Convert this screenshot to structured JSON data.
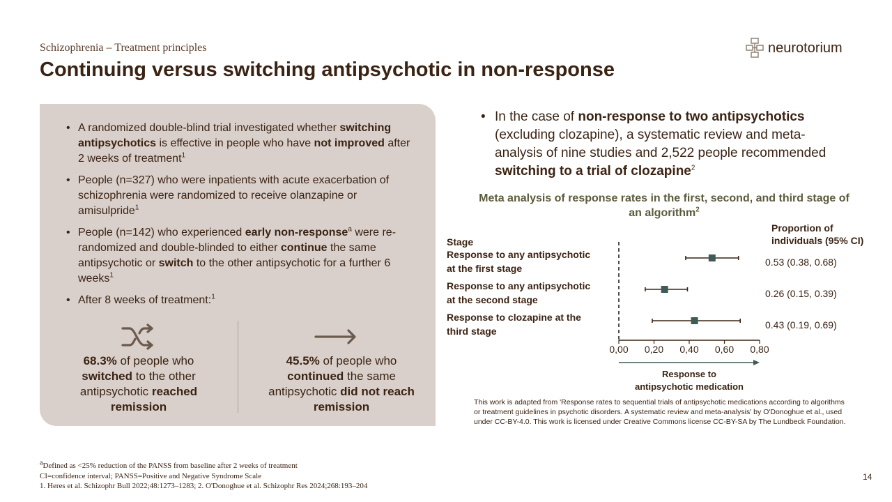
{
  "header": {
    "kicker": "Schizophrenia – Treatment principles",
    "title": "Continuing versus switching antipsychotic in non-response",
    "logo_text": "neurotorium"
  },
  "left_panel": {
    "bullets": [
      [
        {
          "t": "A randomized double-blind trial investigated whether "
        },
        {
          "t": "switching antipsychotics",
          "b": true
        },
        {
          "t": " is effective in people who have "
        },
        {
          "t": "not improved",
          "b": true
        },
        {
          "t": " after 2 weeks of treatment"
        },
        {
          "t": "1",
          "sup": true
        }
      ],
      [
        {
          "t": "People (n=327) who were inpatients with acute exacerbation of schizophrenia were randomized to receive olanzapine or amisulpride"
        },
        {
          "t": "1",
          "sup": true
        }
      ],
      [
        {
          "t": "People (n=142) who experienced "
        },
        {
          "t": "early non-response",
          "b": true
        },
        {
          "t": "a",
          "sup": true
        },
        {
          "t": " were re-randomized and double-blinded to either "
        },
        {
          "t": "continue",
          "b": true
        },
        {
          "t": " the same antipsychotic or "
        },
        {
          "t": "switch",
          "b": true
        },
        {
          "t": " to the other antipsychotic for a further 6 weeks"
        },
        {
          "t": "1",
          "sup": true
        }
      ],
      [
        {
          "t": "After 8 weeks of treatment:"
        },
        {
          "t": "1",
          "sup": true
        }
      ]
    ],
    "stat_switch": [
      {
        "t": "68.3%",
        "b": true
      },
      {
        "t": " of people who "
      },
      {
        "t": "switched",
        "b": true
      },
      {
        "t": " to the other antipsychotic "
      },
      {
        "t": "reached remission",
        "b": true
      }
    ],
    "stat_continue": [
      {
        "t": "45.5%",
        "b": true
      },
      {
        "t": " of people who "
      },
      {
        "t": "continued",
        "b": true
      },
      {
        "t": " the same antipsychotic "
      },
      {
        "t": "did not reach remission",
        "b": true
      }
    ],
    "icon_switch": "shuffle-icon",
    "icon_continue": "arrow-right-icon"
  },
  "right_bullet": [
    {
      "t": "In the case of "
    },
    {
      "t": "non-response to two antipsychotics",
      "b": true
    },
    {
      "t": " (excluding clozapine), a systematic review and meta-analysis of nine studies and 2,522 people recommended "
    },
    {
      "t": "switching to a trial of clozapine",
      "b": true
    },
    {
      "t": "2",
      "sup": true
    }
  ],
  "chart_data": {
    "type": "forest",
    "title": "Meta analysis of response rates in the first, second, and third stage of an algorithm",
    "title_sup": "2",
    "column_left_header": "Stage",
    "column_right_header": [
      "Proportion of",
      "individuals (95% CI)"
    ],
    "xlabel": [
      "Response to",
      "antipsychotic medication"
    ],
    "xlim": [
      0,
      0.8
    ],
    "x_ticks": [
      "0,00",
      "0,20",
      "0,40",
      "0,60",
      "0,80"
    ],
    "reference_line": 0,
    "rows": [
      {
        "label": [
          "Response to any antipsychotic",
          "at the first stage"
        ],
        "estimate": 0.53,
        "lower": 0.38,
        "upper": 0.68,
        "text": "0.53 (0.38, 0.68)"
      },
      {
        "label": [
          "Response to any antipsychotic",
          "at the second stage"
        ],
        "estimate": 0.26,
        "lower": 0.15,
        "upper": 0.39,
        "text": "0.26 (0.15, 0.39)"
      },
      {
        "label": [
          "Response to clozapine at the",
          "third stage"
        ],
        "estimate": 0.43,
        "lower": 0.19,
        "upper": 0.69,
        "text": "0.43 (0.19, 0.69)"
      }
    ],
    "colors": {
      "marker": "#3f5b55",
      "ci_line": "#3b2313",
      "axis_arrow": "#3f5b55"
    }
  },
  "source_note": "This work is adapted from 'Response rates to sequential trials of antipsychotic medications according to algorithms or treatment guidelines in psychotic disorders. A systematic review and meta-analysis' by O'Donoghue et al., used under CC-BY-4.0. This work is licensed under Creative Commons license CC-BY-SA by The Lundbeck Foundation.",
  "footnotes": {
    "line1_sup": "a",
    "line1": "Defined as <25% reduction of the PANSS from baseline after 2 weeks of treatment",
    "line2": "CI=confidence interval; PANSS=Positive and Negative Syndrome Scale",
    "line3": "1. Heres et al. Schizophr Bull 2022;48:1273–1283; 2. O'Donoghue et al. Schizophr Res 2024;268:193–204"
  },
  "page_number": "14",
  "colors": {
    "title": "#3b2313",
    "panel": "#d9d0cb",
    "chart_title": "#5c5a3c"
  }
}
